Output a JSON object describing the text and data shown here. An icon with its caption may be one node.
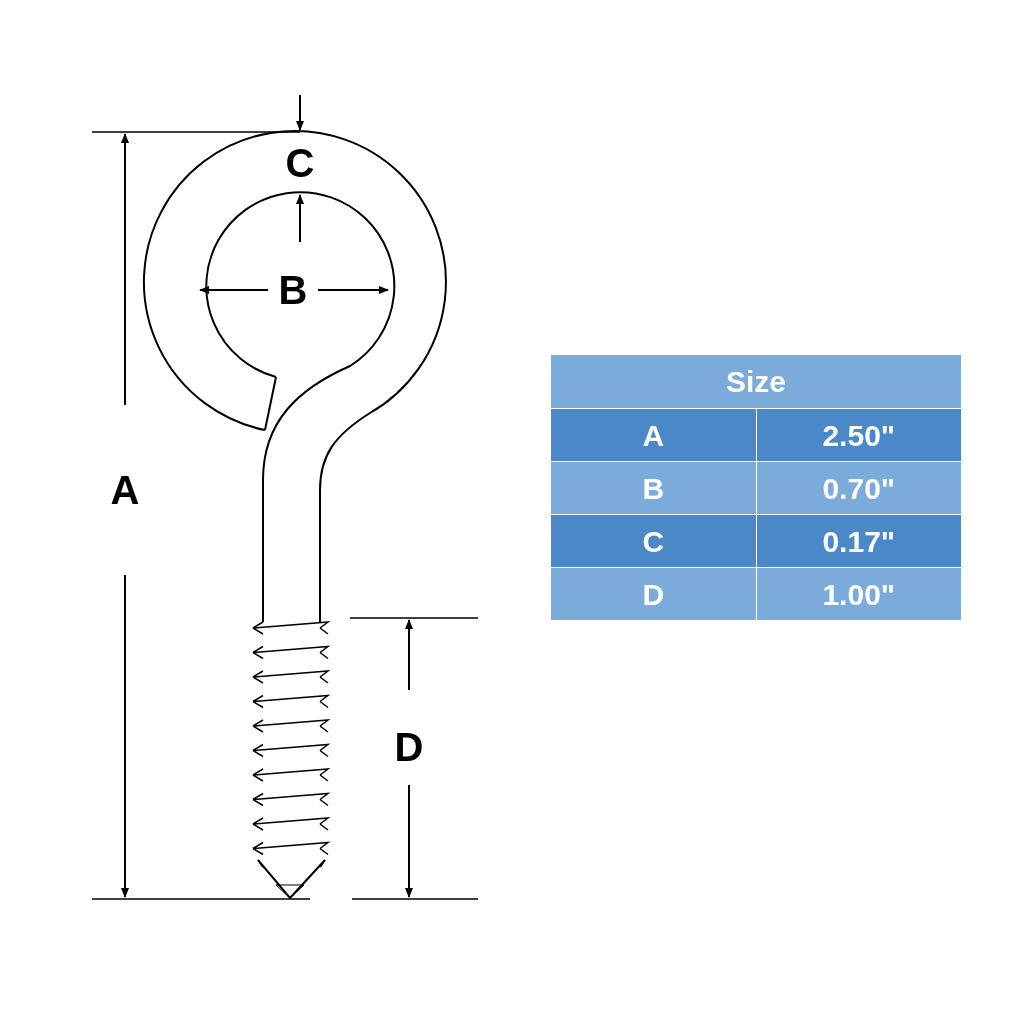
{
  "diagram": {
    "labels": [
      "C",
      "B",
      "A",
      "D",
      "Size",
      "A",
      "2.50\"",
      "B",
      "0.70\"",
      "C",
      "0.17\"",
      "D",
      "1.00\""
    ]
  }
}
